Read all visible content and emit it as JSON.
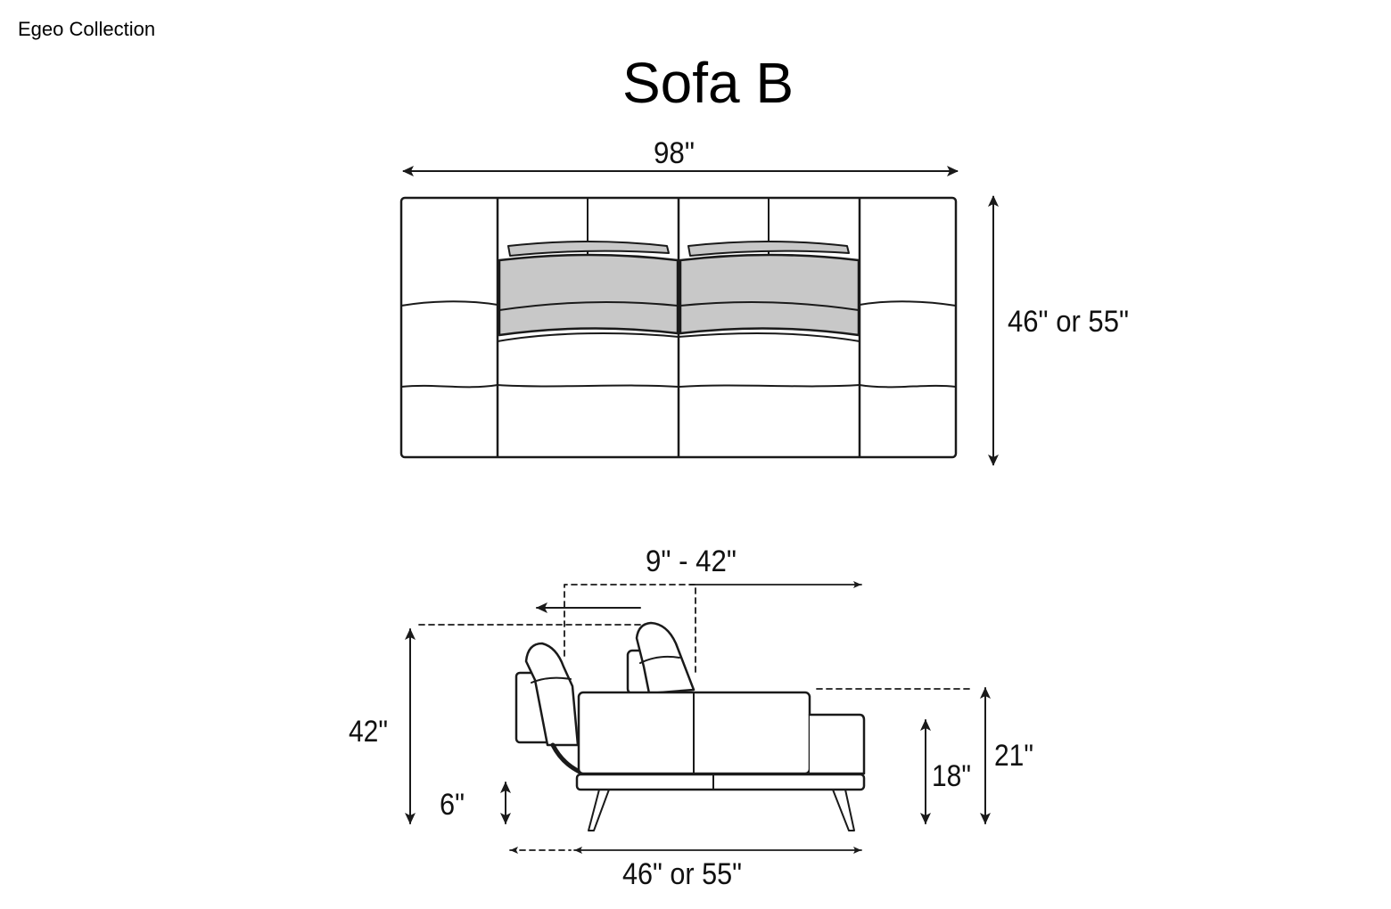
{
  "header": {
    "collection": "Egeo Collection",
    "title": "Sofa B"
  },
  "top_view": {
    "width_label": "98\"",
    "depth_label": "46\" or 55\""
  },
  "side_view": {
    "headrest_range_label": "9\" - 42\"",
    "overall_height_label": "42\"",
    "leg_height_label": "6\"",
    "seat_height_label": "18\"",
    "arm_height_label": "21\"",
    "depth_label": "46\" or 55\""
  },
  "colors": {
    "line": "#1a1a1a",
    "cushion_fill": "#c8c8c8"
  }
}
